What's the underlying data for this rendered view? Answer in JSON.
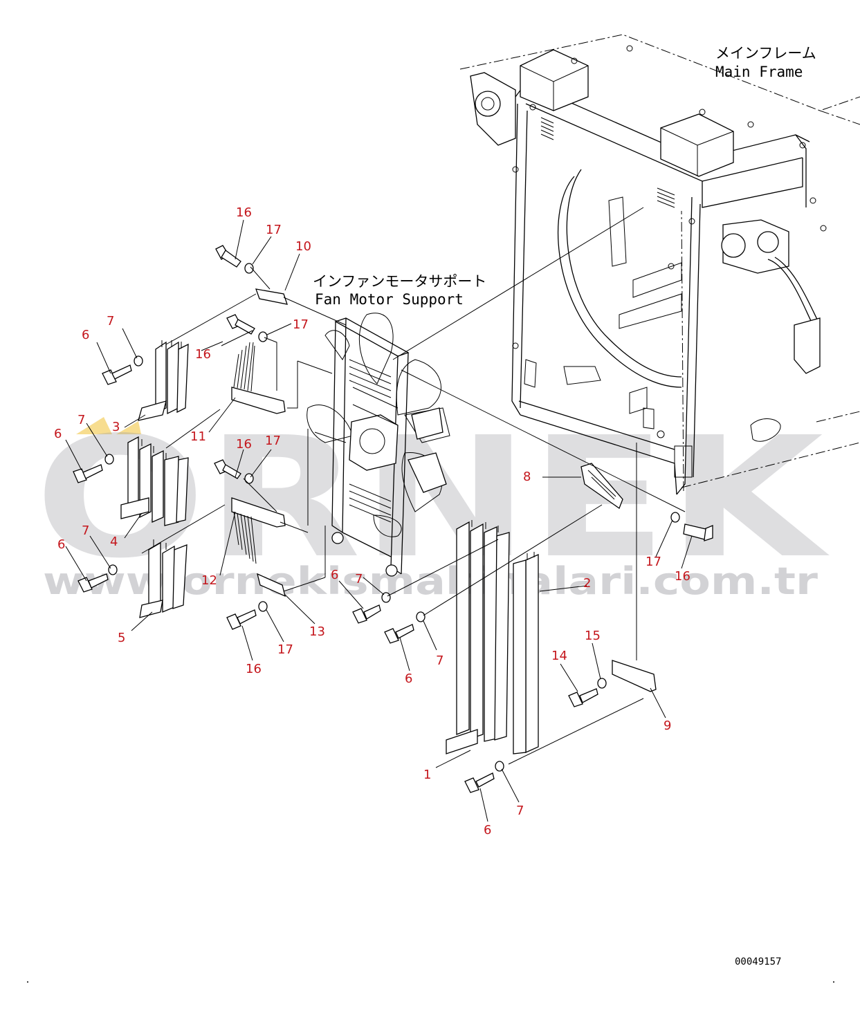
{
  "labels": {
    "main_frame_jp": "メインフレーム",
    "main_frame_en": "Main Frame",
    "fan_support_jp": "インファンモータサポート",
    "fan_support_en": "Fan Motor Support"
  },
  "watermark": {
    "brand": "ORNEK",
    "url": "www.ornekismakinalari.com.tr"
  },
  "drawing_code": "00049157",
  "callouts": [
    {
      "id": "c16a",
      "text": "16"
    },
    {
      "id": "c17a",
      "text": "17"
    },
    {
      "id": "c10",
      "text": "10"
    },
    {
      "id": "c7a",
      "text": "7"
    },
    {
      "id": "c6a",
      "text": "6"
    },
    {
      "id": "c17b",
      "text": "17"
    },
    {
      "id": "c16b",
      "text": "16"
    },
    {
      "id": "c3",
      "text": "3"
    },
    {
      "id": "c7b",
      "text": "7"
    },
    {
      "id": "c6b",
      "text": "6"
    },
    {
      "id": "c11",
      "text": "11"
    },
    {
      "id": "c16c",
      "text": "16"
    },
    {
      "id": "c17c",
      "text": "17"
    },
    {
      "id": "c4",
      "text": "4"
    },
    {
      "id": "c7c",
      "text": "7"
    },
    {
      "id": "c6c",
      "text": "6"
    },
    {
      "id": "c12",
      "text": "12"
    },
    {
      "id": "c5",
      "text": "5"
    },
    {
      "id": "c13",
      "text": "13"
    },
    {
      "id": "c17d",
      "text": "17"
    },
    {
      "id": "c16d",
      "text": "16"
    },
    {
      "id": "c6d",
      "text": "6"
    },
    {
      "id": "c7d",
      "text": "7"
    },
    {
      "id": "c7e",
      "text": "7"
    },
    {
      "id": "c6e",
      "text": "6"
    },
    {
      "id": "c8",
      "text": "8"
    },
    {
      "id": "c2",
      "text": "2"
    },
    {
      "id": "c17e",
      "text": "17"
    },
    {
      "id": "c16e",
      "text": "16"
    },
    {
      "id": "c14",
      "text": "14"
    },
    {
      "id": "c15",
      "text": "15"
    },
    {
      "id": "c9",
      "text": "9"
    },
    {
      "id": "c1",
      "text": "1"
    },
    {
      "id": "c7f",
      "text": "7"
    },
    {
      "id": "c6f",
      "text": "6"
    }
  ]
}
